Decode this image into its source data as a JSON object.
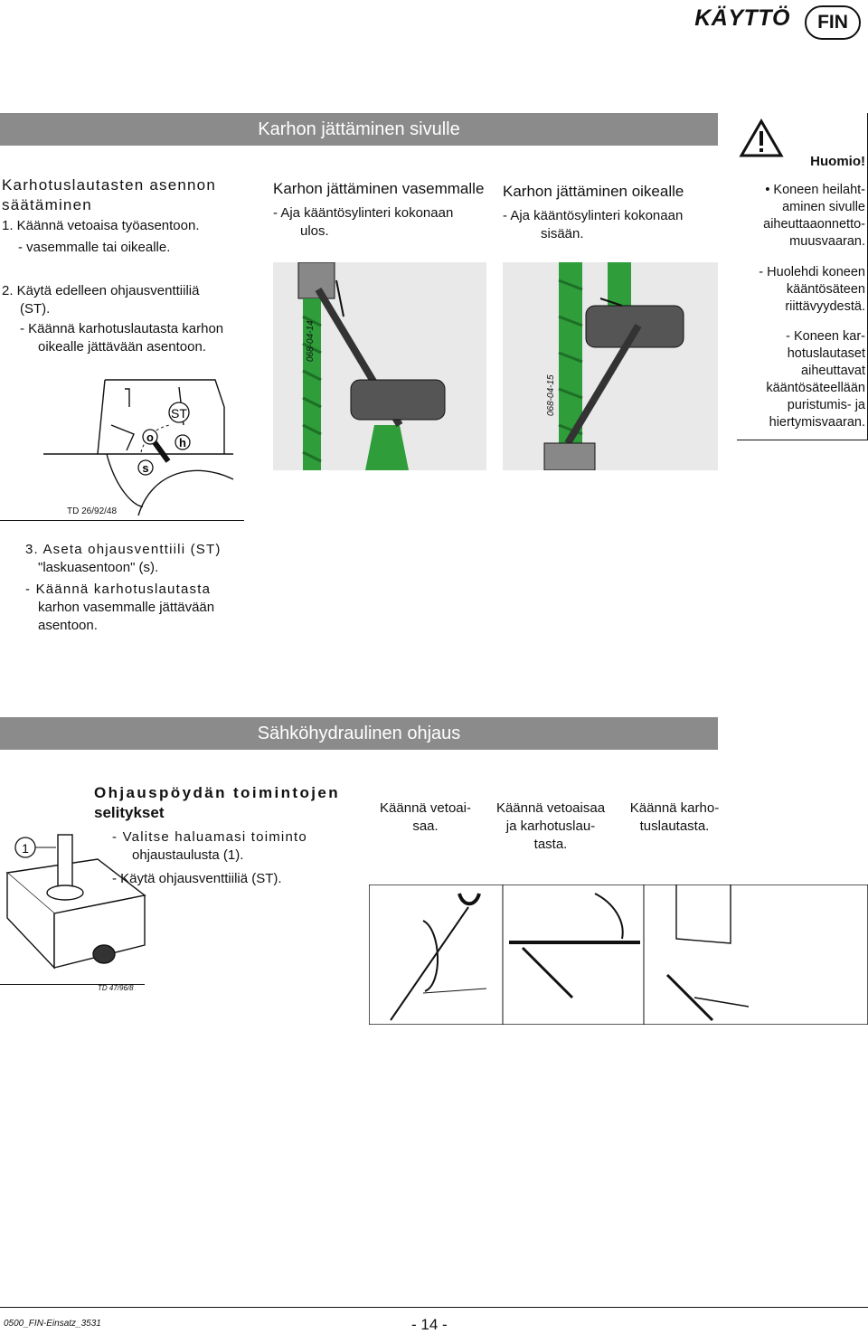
{
  "header": {
    "title": "KÄYTTÖ",
    "lang": "FIN"
  },
  "section1": {
    "title": "Karhon jättäminen sivulle",
    "left_heading": "Karhotuslautasten asennon säätäminen",
    "step1": "1. Käännä vetoaisa työasentoon.",
    "step1_sub": "- vasemmalle tai oikealle.",
    "step2_a": "2. Käytä edelleen ohjausventtiiliä",
    "step2_b": "(ST).",
    "step2_sub_a": "- Käännä karhotuslautasta karhon",
    "step2_sub_b": "oikealle jättävään asentoon.",
    "lever_labels": {
      "st": "ST",
      "o": "o",
      "h": "h",
      "s": "s"
    },
    "figure_code": "TD 26/92/48",
    "step3_a": "3. Aseta ohjausventtiili (ST)",
    "step3_b": "\"laskuasentoon\" (s).",
    "step3_sub_a": "- Käännä karhotuslautasta",
    "step3_sub_b": "karhon vasemmalle jättävään",
    "step3_sub_c": "asentoon.",
    "left_col": {
      "heading": "Karhon jättäminen vasemmalle",
      "line1": "- Aja kääntösylinteri kokonaan",
      "line2": "ulos.",
      "image_code": "068-04-14"
    },
    "right_col": {
      "heading": "Karhon jättäminen oikealle",
      "line1": "- Aja kääntösylinteri kokonaan",
      "line2": "sisään.",
      "image_code": "068-04-15"
    }
  },
  "warning": {
    "title": "Huomio!",
    "b1": [
      "• Koneen heilaht-",
      "aminen sivulle",
      "aiheuttaaonnetto-",
      "muusvaaran."
    ],
    "b2": [
      "- Huolehdi koneen",
      "kääntösäteen",
      "riittävyydestä."
    ],
    "b3": [
      "- Koneen kar-",
      "hotuslautaset",
      "aiheuttavat",
      "kääntösäteellään",
      "puristumis- ja",
      "hiertymisvaaran."
    ]
  },
  "section2": {
    "title": "Sähköhydraulinen ohjaus",
    "heading_a": "Ohjauspöydän toimintojen",
    "heading_b": "selitykset",
    "line1": "- Valitse haluamasi toiminto",
    "line2": "ohjaustaulusta (1).",
    "line3": "- Käytä ohjausventtiiliä (ST).",
    "callout": "1",
    "figure_code": "TD 47/96/8",
    "col1": [
      "Käännä vetoai-",
      "saa."
    ],
    "col2": [
      "Käännä vetoaisaa",
      "ja karhotuslau-",
      "tasta."
    ],
    "col3": [
      "Käännä karho-",
      "tuslautasta."
    ]
  },
  "footer": {
    "doc": "0500_FIN-Einsatz_3531",
    "page": "- 14 -"
  },
  "colors": {
    "section_bar": "#8b8b8b",
    "grass": "#2e9d3a",
    "grass_dark": "#1d6f26"
  }
}
